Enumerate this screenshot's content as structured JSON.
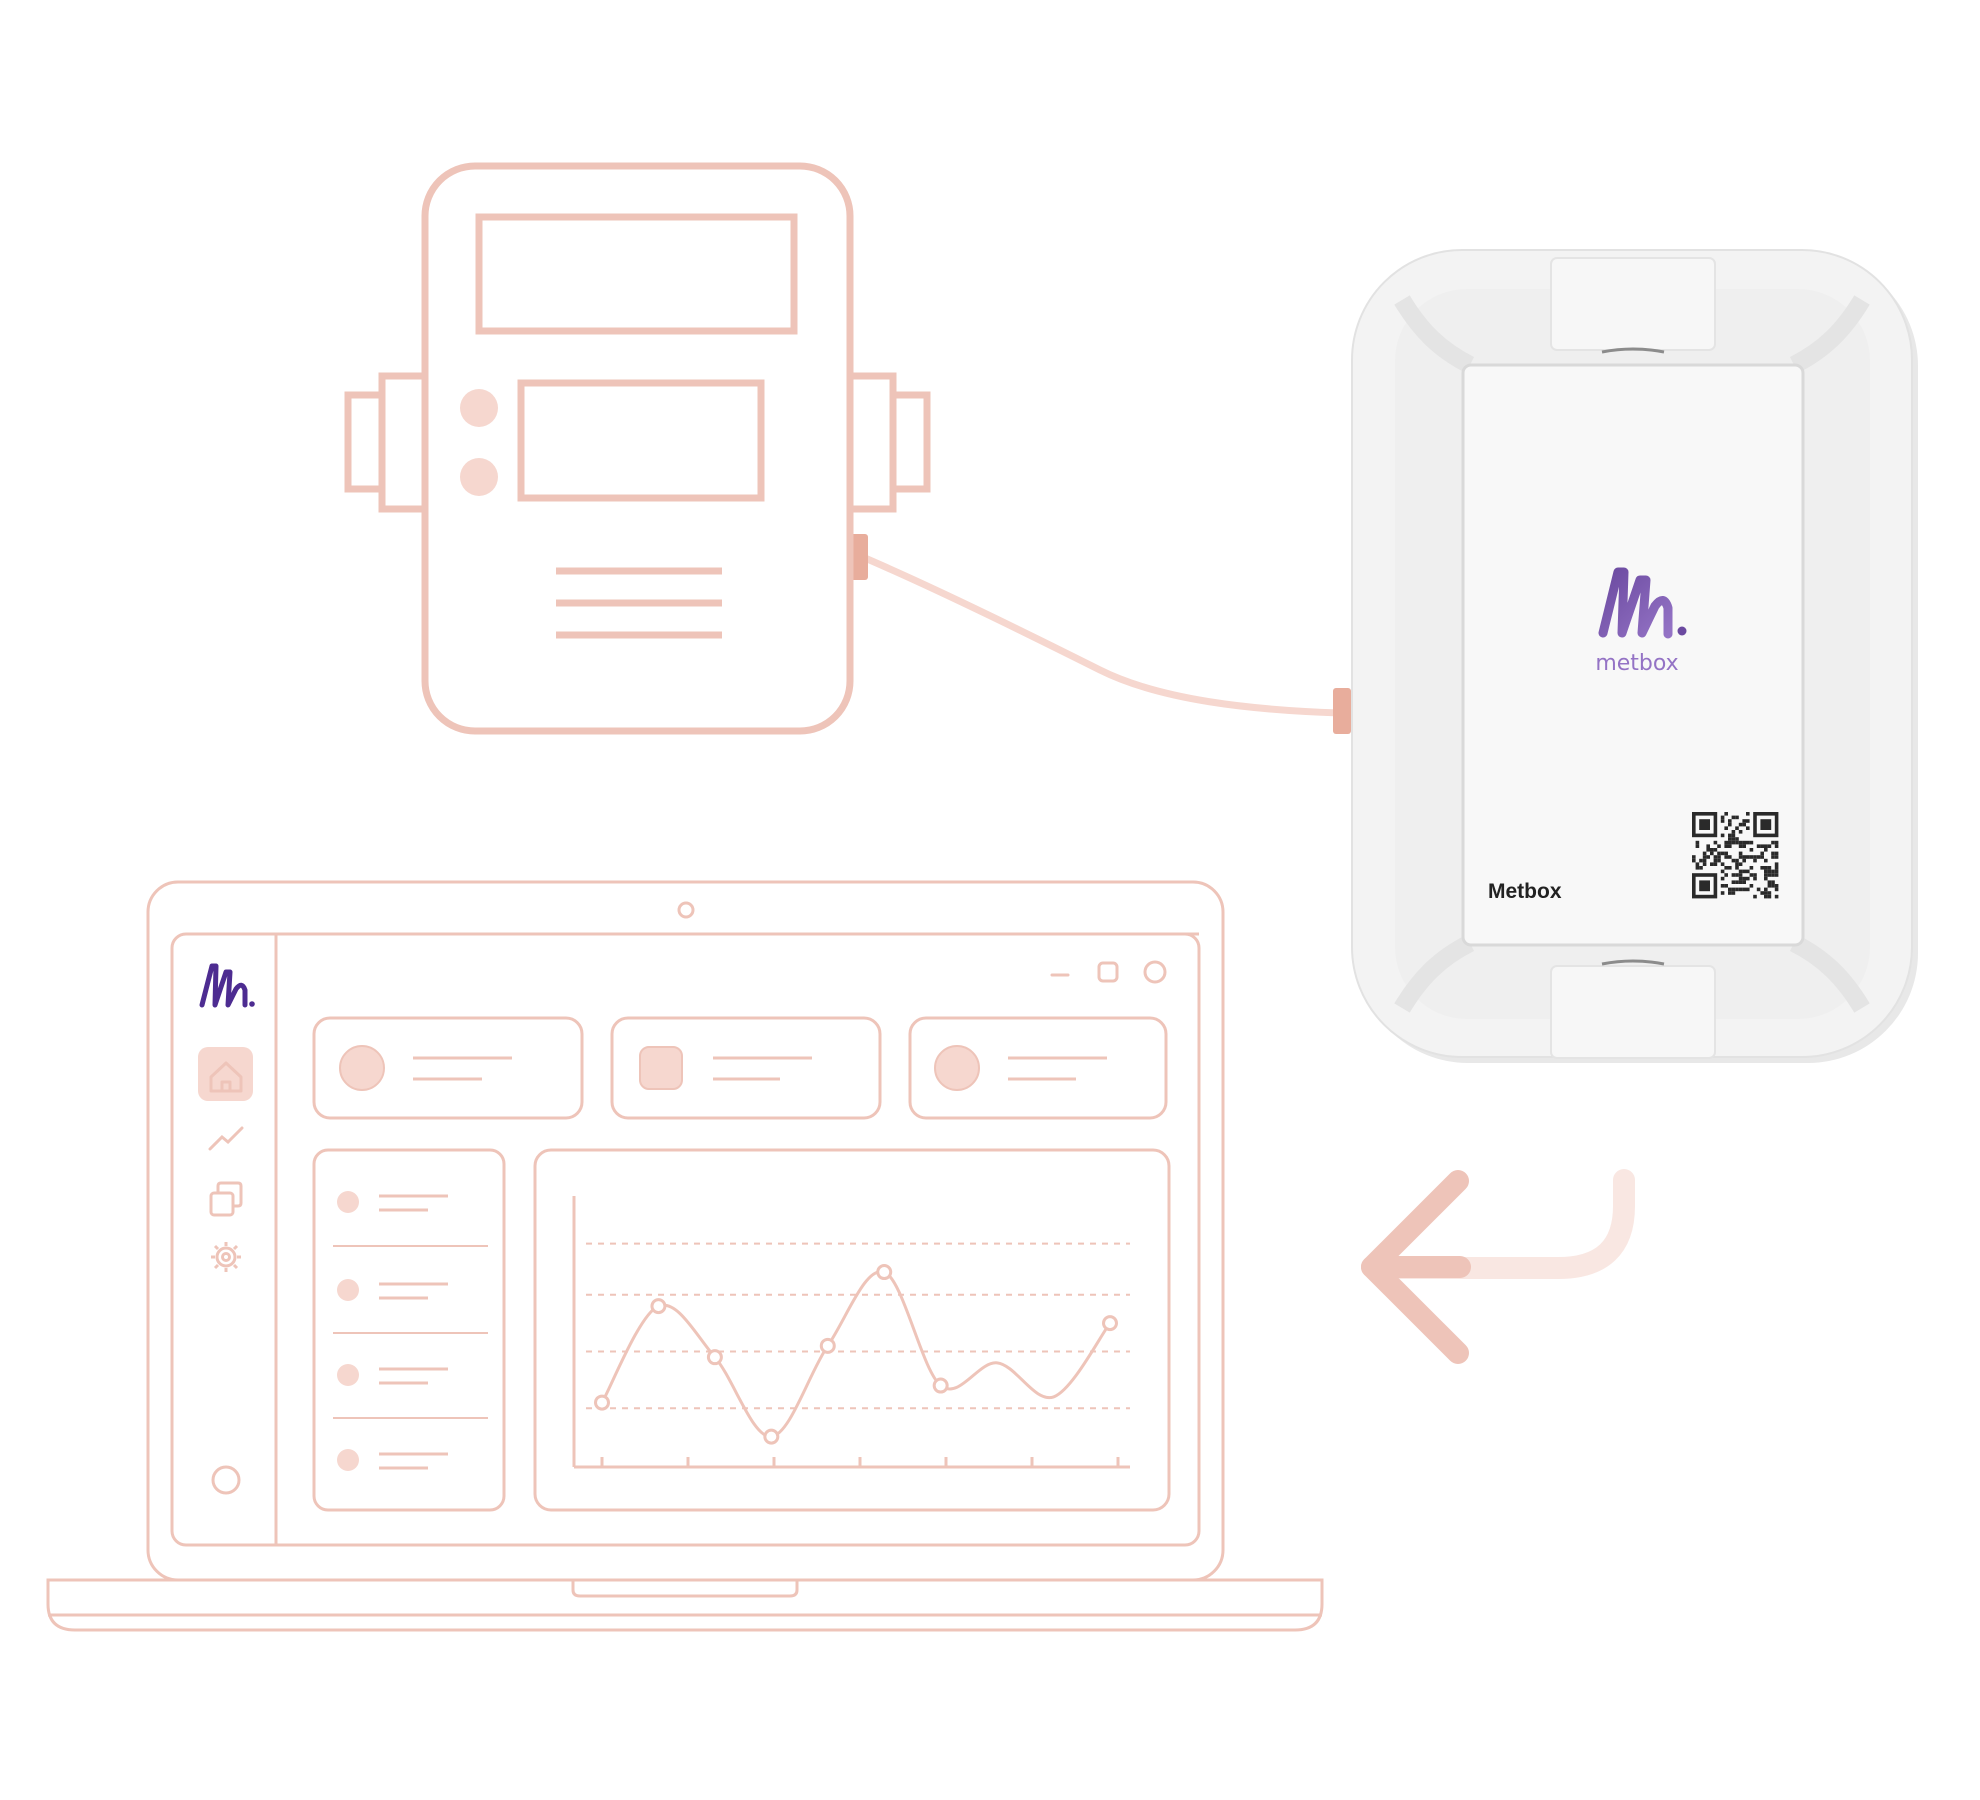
{
  "device": {
    "brand_text": "metbox",
    "label": "Metbox",
    "qr_code_icon": "qr-code-icon"
  },
  "app_window": {
    "logo_icon": "metbox-logo-icon",
    "controls": [
      "minimize-icon",
      "maximize-icon",
      "close-icon"
    ],
    "sidebar_icons": [
      "home-icon",
      "analytics-icon",
      "copy-icon",
      "settings-icon",
      "user-icon"
    ],
    "chart": {
      "type": "line"
    }
  },
  "colors": {
    "line_art": "#eec4b9",
    "line_art_dark": "#e8ad9c",
    "accent_fill": "#f6d7cf",
    "brand_purple": "#6b4aa0",
    "brand_light": "#9473c5",
    "device_body": "#f3f3f3"
  },
  "chart_data": {
    "type": "line",
    "x": [
      0,
      1,
      2,
      3,
      4,
      5,
      6,
      7,
      8,
      9
    ],
    "values": [
      1.1,
      2.8,
      1.9,
      0.5,
      2.1,
      3.4,
      1.4,
      1.8,
      1.2,
      2.5
    ],
    "ylim": [
      0,
      4
    ],
    "grid": true
  }
}
